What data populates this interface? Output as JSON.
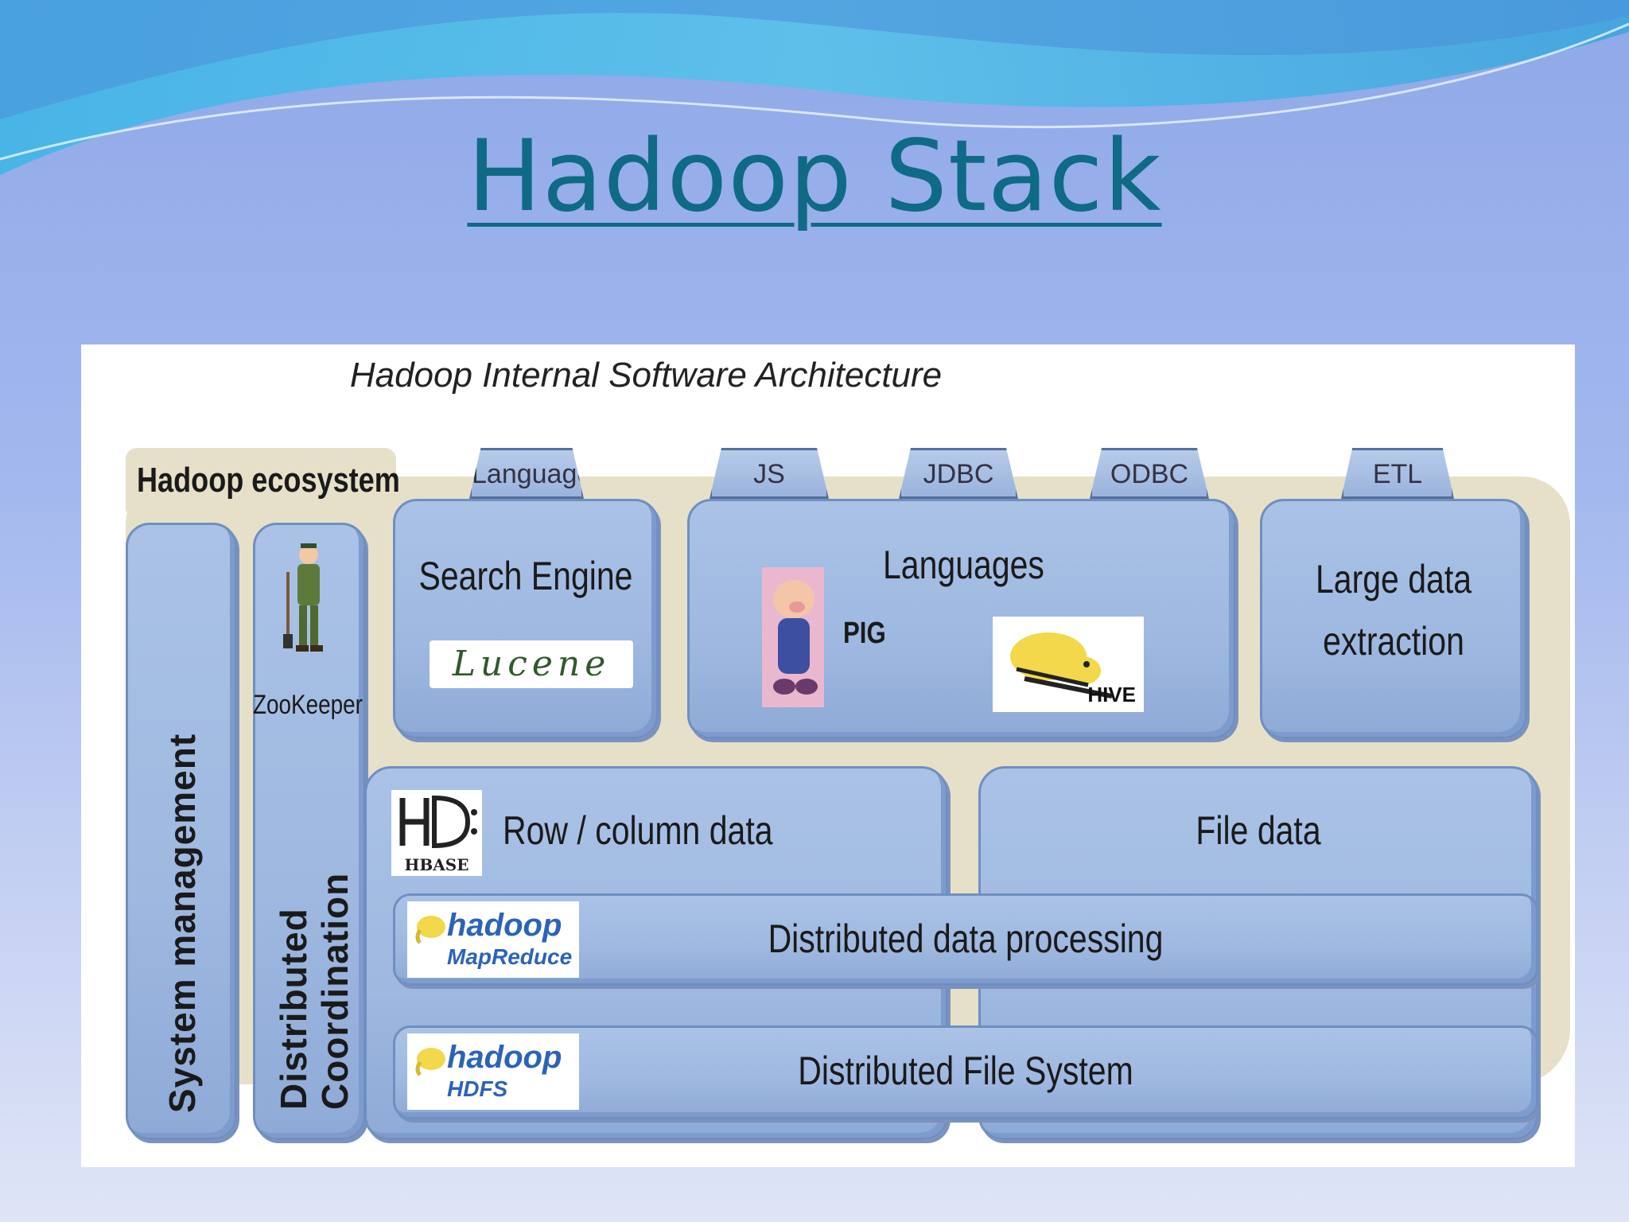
{
  "slide": {
    "title": "Hadoop Stack"
  },
  "diagram": {
    "title": "Hadoop Internal Software Architecture",
    "ecosystem_label": "Hadoop ecosystem",
    "tabs": [
      "Language",
      "JS",
      "JDBC",
      "ODBC",
      "ETL"
    ],
    "side": {
      "system_management": "System management",
      "distributed": "Distributed",
      "coordination": "Coordination",
      "zookeeper": "ZooKeeper"
    },
    "search_engine": {
      "label": "Search Engine",
      "logo": "Lucene"
    },
    "languages": {
      "label": "Languages",
      "pig": "PIG",
      "hive": "HIVE"
    },
    "large_data": {
      "line1": "Large data",
      "line2": "extraction"
    },
    "row_column": {
      "label": "Row / column  data",
      "logo": "HBASE"
    },
    "file_data": "File data",
    "processing": {
      "label": "Distributed data processing",
      "logo_top": "hadoop",
      "logo_bottom": "MapReduce"
    },
    "file_system": {
      "label": "Distributed File System",
      "logo_top": "hadoop",
      "logo_bottom": "HDFS"
    }
  },
  "colors": {
    "title": "#0f6a86",
    "box": "#9eb8e0",
    "frame": "#e6e0c8"
  }
}
